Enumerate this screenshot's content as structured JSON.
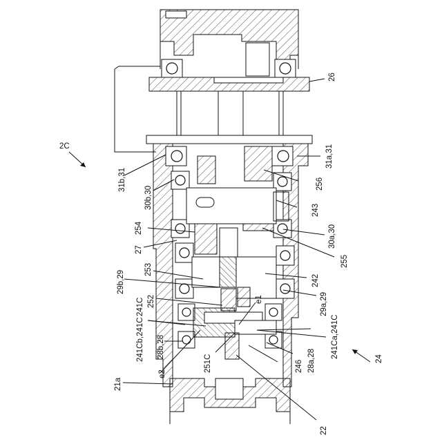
{
  "figure": {
    "labels": {
      "ref_2C": "2C",
      "ref_26": "26",
      "ref_31b31": "31b,31",
      "ref_31a31": "31a,31",
      "ref_30b30": "30b,30",
      "ref_256": "256",
      "ref_243": "243",
      "ref_254": "254",
      "ref_30a30": "30a,30",
      "ref_27": "27",
      "ref_255": "255",
      "ref_253": "253",
      "ref_242": "242",
      "ref_29b29": "29b,29",
      "ref_241C": "241C",
      "ref_252": "252",
      "ref_29a29": "29a,29",
      "ref_241Cb241C": "241Cb,241C",
      "ref_e1": "e1",
      "ref_241Ca241C": "241Ca,241C",
      "ref_28b28": "28b,28",
      "ref_251C": "251C",
      "ref_28a28": "28a,28",
      "ref_246": "246",
      "ref_24": "24",
      "ref_e2": "e2",
      "ref_21a": "21a",
      "ref_22": "22"
    }
  }
}
